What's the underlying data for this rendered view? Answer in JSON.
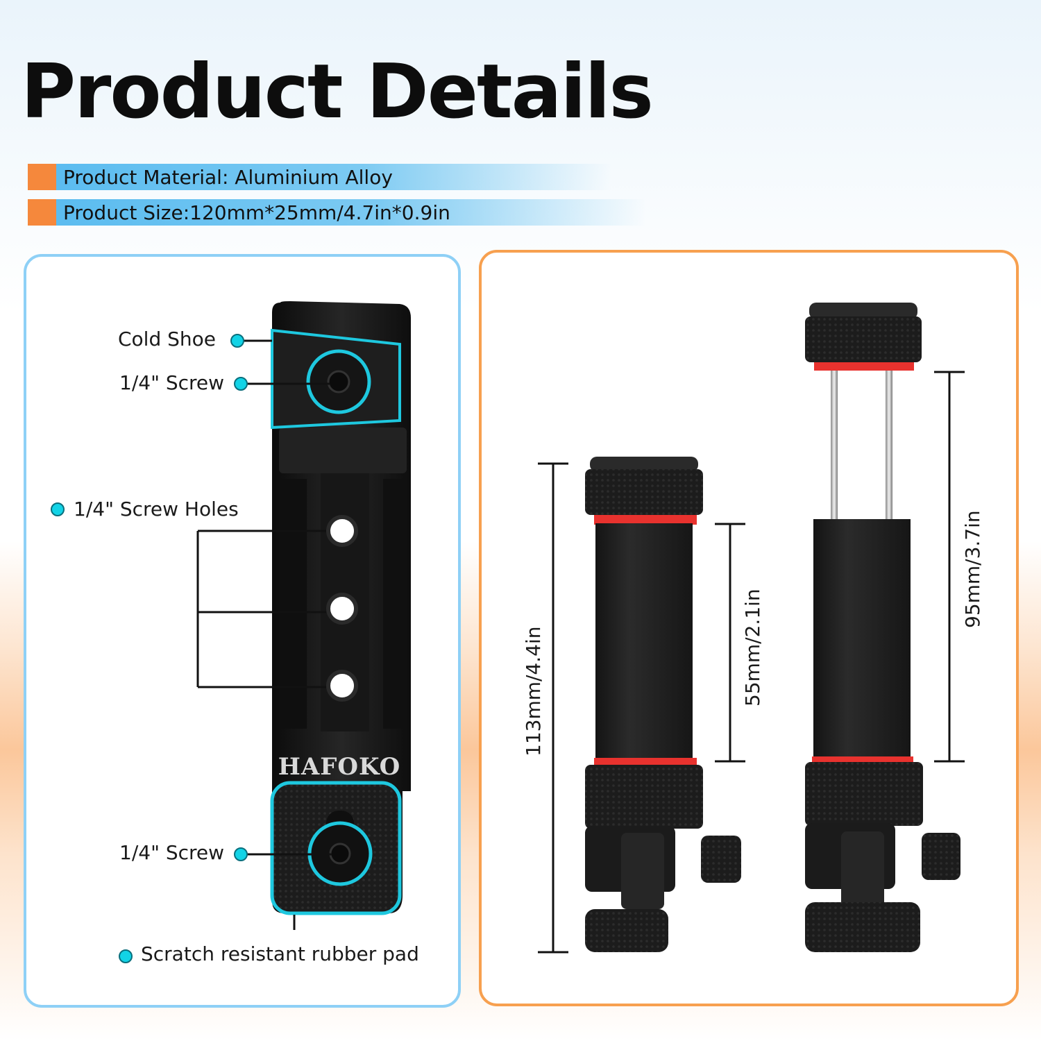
{
  "title": "Product Details",
  "specs": {
    "material": "Product Material: Aluminium Alloy",
    "size": "Product Size:120mm*25mm/4.7in*0.9in"
  },
  "callouts": {
    "cold_shoe": "Cold Shoe",
    "screw_top": "1/4\" Screw",
    "screw_holes": "1/4\" Screw Holes",
    "screw_bottom": "1/4\" Screw",
    "rubber_pad": "Scratch resistant rubber pad"
  },
  "brand_logo": "HAFOKO",
  "dimensions": {
    "total_height": "113mm/4.4in",
    "collapsed_clamp": "55mm/2.1in",
    "extended_clamp": "95mm/3.7in"
  },
  "colors": {
    "accent_orange": "#f5883c",
    "accent_blue": "#5bbcf0",
    "highlight_cyan": "#1ec8df",
    "product_black": "#1b1b1b",
    "clamp_red": "#e8322e"
  }
}
